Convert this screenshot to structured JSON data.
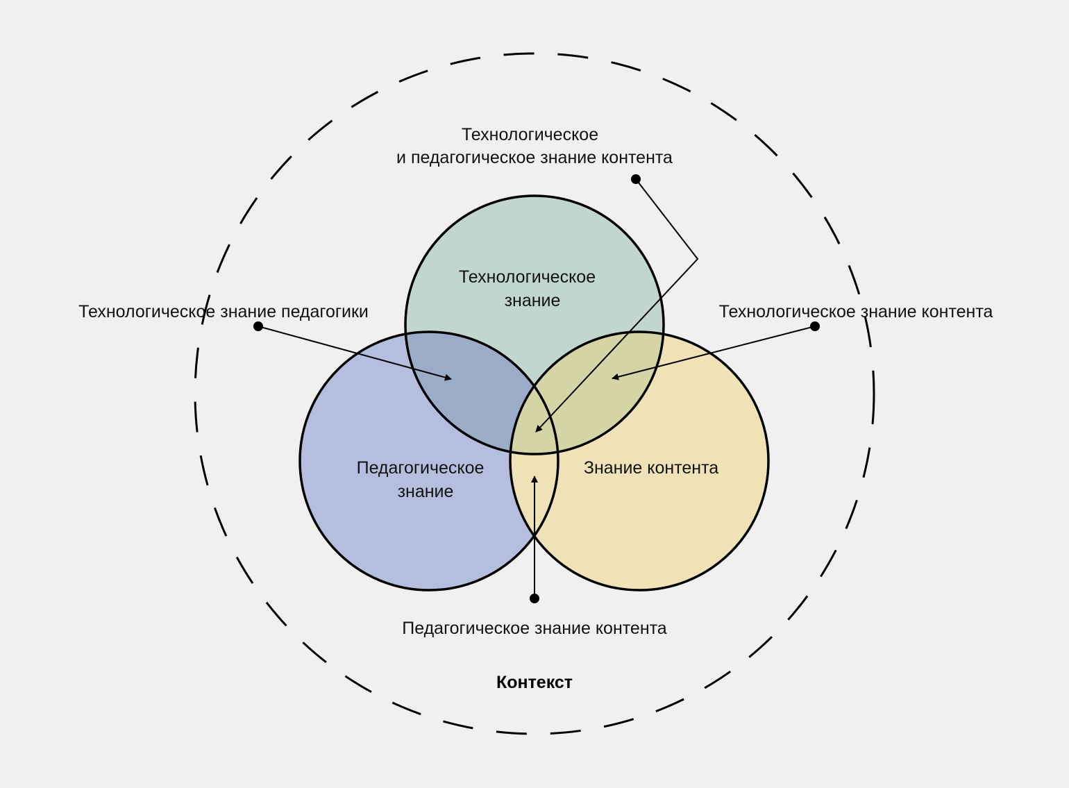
{
  "colors": {
    "background": "#f0f0f0",
    "technological": "#c0d6cf",
    "pedagogical": "#b6bedf",
    "content": "#efe2b7",
    "tech_ped_overlap": "#9aacc8",
    "tech_content_overlap": "#d4d4a6",
    "ped_content_overlap": "#efe2b7",
    "center_overlap": "#d4d4a6",
    "stroke": "#000000"
  },
  "circles": {
    "technological": [
      "Технологическое",
      "знание"
    ],
    "pedagogical": [
      "Педагогическое",
      "знание"
    ],
    "content": [
      "Знание контента"
    ]
  },
  "callouts": {
    "tpck": [
      "Технологическое",
      "и педагогическое знание контента"
    ],
    "tpk": "Технологическое знание педагогики",
    "tck": "Технологическое знание контента",
    "pck": "Педагогическое знание контента"
  },
  "context_label": "Контекст"
}
